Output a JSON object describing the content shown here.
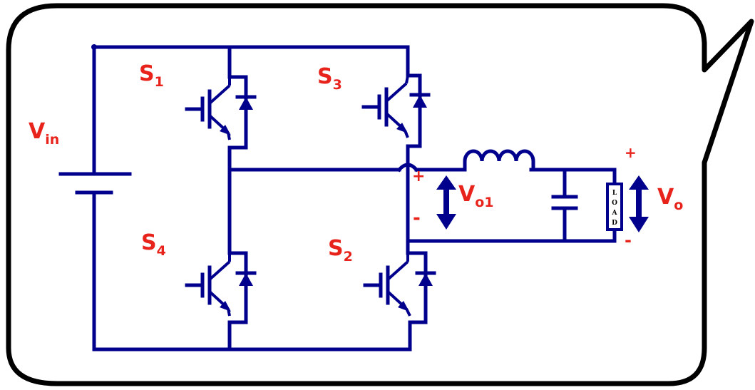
{
  "labels": {
    "vin_main": "V",
    "vin_sub": "in",
    "s1_main": "S",
    "s1_sub": "1",
    "s3_main": "S",
    "s3_sub": "3",
    "s4_main": "S",
    "s4_sub": "4",
    "s2_main": "S",
    "s2_sub": "2",
    "vo1_main": "V",
    "vo1_sub": "o1",
    "vo_main": "V",
    "vo_sub": "o",
    "plus_left": "+",
    "minus_left": "-",
    "plus_right": "+",
    "minus_right": "-",
    "load": [
      "L",
      "O",
      "A",
      "D"
    ]
  },
  "colors": {
    "wire": "#00008c",
    "label": "#e8231c",
    "bubble_border": "#000000"
  }
}
